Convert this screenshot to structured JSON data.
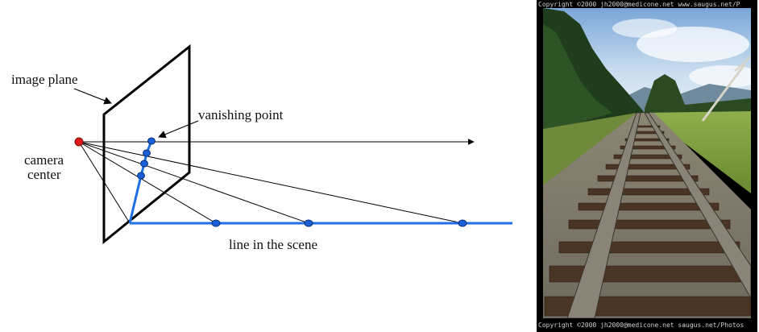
{
  "diagram": {
    "labels": {
      "image_plane": "image plane",
      "vanishing_point": "vanishing point",
      "camera_center_line1": "camera",
      "camera_center_line2": "center",
      "scene_line": "line in the scene"
    },
    "colors": {
      "plane": "#000000",
      "rays": "#000000",
      "scene_line": "#1f6fe5",
      "points": "#1a5fd6",
      "camera": "#e0191b"
    }
  },
  "photo": {
    "subject": "railroad tracks converging toward the horizon",
    "caption_top": "Copyright ©2000   jh2000@medicone.net   www.saugus.net/P",
    "caption_bottom": "Copyright ©2000   jh2000@medicone.net   saugus.net/Photos"
  }
}
